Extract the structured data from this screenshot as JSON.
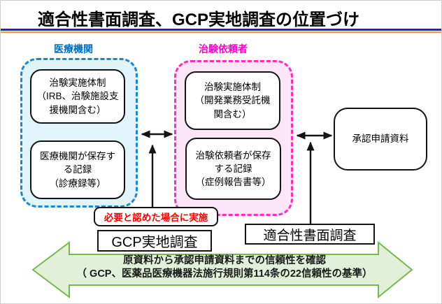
{
  "title": "適合性書面調査、GCP実地調査の位置づけ",
  "medical": {
    "label": "医療機関",
    "box_top": "治験実施体制\n（IRB、治験施設支\n援機関含む）",
    "box_bottom": "医療機関が保存す\nる記録\n（診療録等）"
  },
  "sponsor": {
    "label": "治験依頼者",
    "box_top": "治験実施体制\n（開発業務受託機\n関含む）",
    "box_bottom": "治験依頼者が保存\nする記録\n（症例報告書等）"
  },
  "approval": {
    "label": "承認申請資料"
  },
  "gcp_survey": {
    "note": "必要と認めた場合に実施",
    "label": "GCP実地調査"
  },
  "document_survey": {
    "label": "適合性書面調査"
  },
  "reliability_arrow": {
    "line1": "原資料から承認申請資料までの信頼性を確認",
    "line2": "（ GCP、医薬品医療機器法施行規則第114条の22信頼性の基準）"
  },
  "colors": {
    "medical_accent": "#1f87c9",
    "medical_label": "#0070c0",
    "medical_fill": "#e0f4fa",
    "sponsor_accent": "#ff2db8",
    "sponsor_label": "#ff00cc",
    "sponsor_fill": "#fbe5f7",
    "green_stroke": "#77b84d",
    "green_fill": "#e2f0d9",
    "rule_blue": "#2323d2",
    "rule_orange": "#f79646",
    "note_red": "#ff0000"
  }
}
